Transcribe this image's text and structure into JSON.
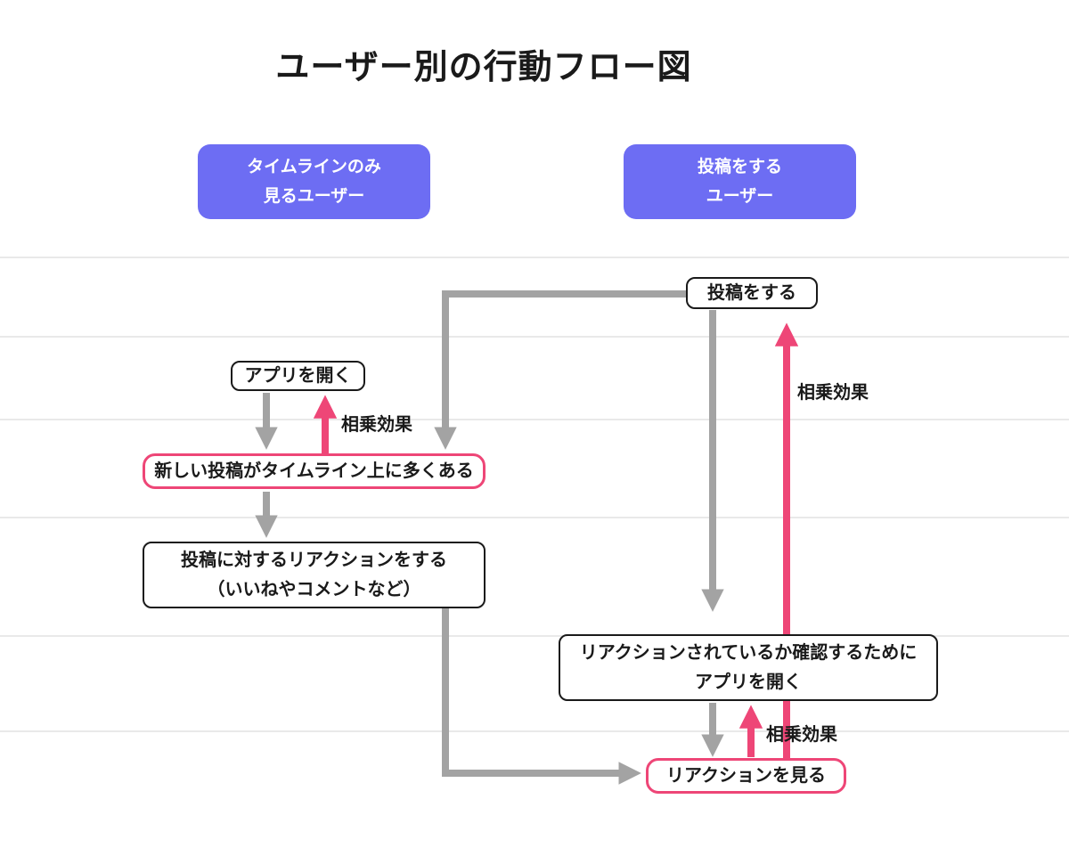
{
  "title": "ユーザー別の行動フロー図",
  "colors": {
    "purple": "#6D6DF3",
    "pink": "#EE4677",
    "arrow_gray": "#A3A3A3",
    "gridline": "#E9E9E9",
    "box_border": "#1A1A1A"
  },
  "lanes": {
    "timeline_viewer": {
      "line1": "タイムラインのみ",
      "line2": "見るユーザー"
    },
    "poster": {
      "line1": "投稿をする",
      "line2": "ユーザー"
    }
  },
  "nodes": {
    "post": {
      "label": "投稿をする"
    },
    "open_app": {
      "label": "アプリを開く"
    },
    "many_new_posts": {
      "label": "新しい投稿がタイムライン上に多くある"
    },
    "react_to_posts": {
      "line1": "投稿に対するリアクションをする",
      "line2": "（いいねやコメントなど）"
    },
    "open_app_to_check": {
      "line1": "リアクションされているか確認するために",
      "line2": "アプリを開く"
    },
    "see_reactions": {
      "label": "リアクションを見る"
    }
  },
  "annotations": {
    "synergy": "相乗効果"
  }
}
